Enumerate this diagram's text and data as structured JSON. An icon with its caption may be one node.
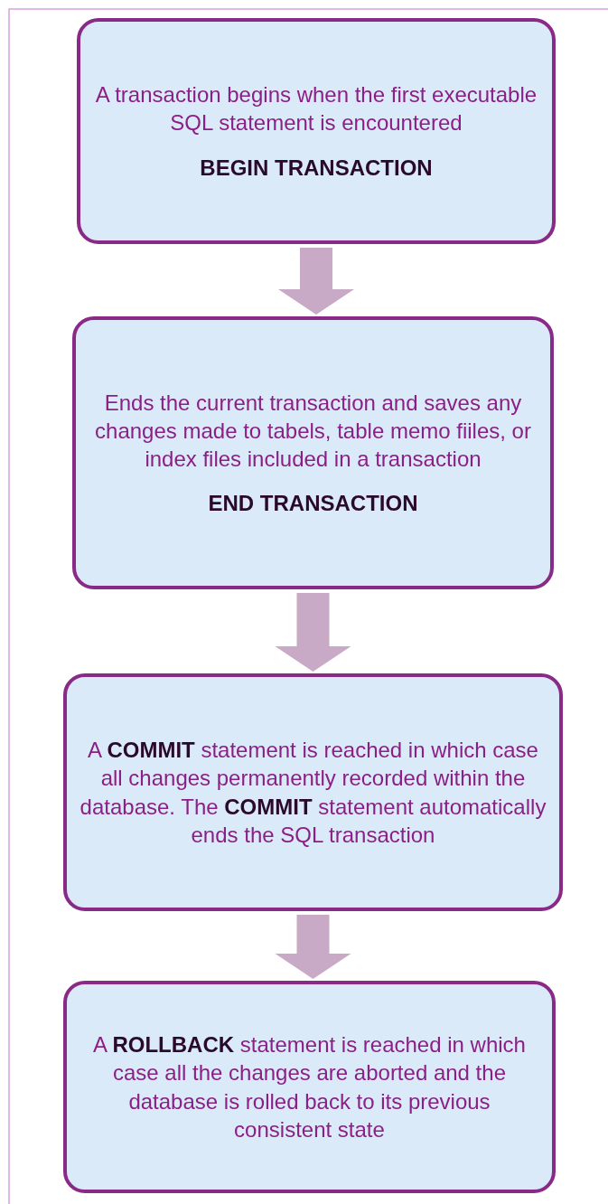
{
  "diagram": {
    "nodes": [
      {
        "text": [
          "A transaction begins when the first executable SQL statement is encountered",
          "BEGIN TRANSACTION"
        ]
      },
      {
        "text": [
          "Ends the current transaction and saves any changes made to tabels, table memo fiiles, or index files included in a transaction",
          "END TRANSACTION"
        ]
      },
      {
        "text": [
          "A **COMMIT** statement is reached in which case all changes permanently recorded within the database. The **COMMIT** statement automatically ends the SQL transaction"
        ]
      },
      {
        "text": [
          "A **ROLLBACK** statement is reached in which case all the changes are aborted and the database is rolled back to its previous consistent state"
        ]
      }
    ],
    "edges": [
      {
        "from": 0,
        "to": 1,
        "arrow": "to"
      },
      {
        "from": 1,
        "to": 2,
        "arrow": "to"
      },
      {
        "from": 2,
        "to": 3,
        "arrow": "to"
      }
    ]
  }
}
